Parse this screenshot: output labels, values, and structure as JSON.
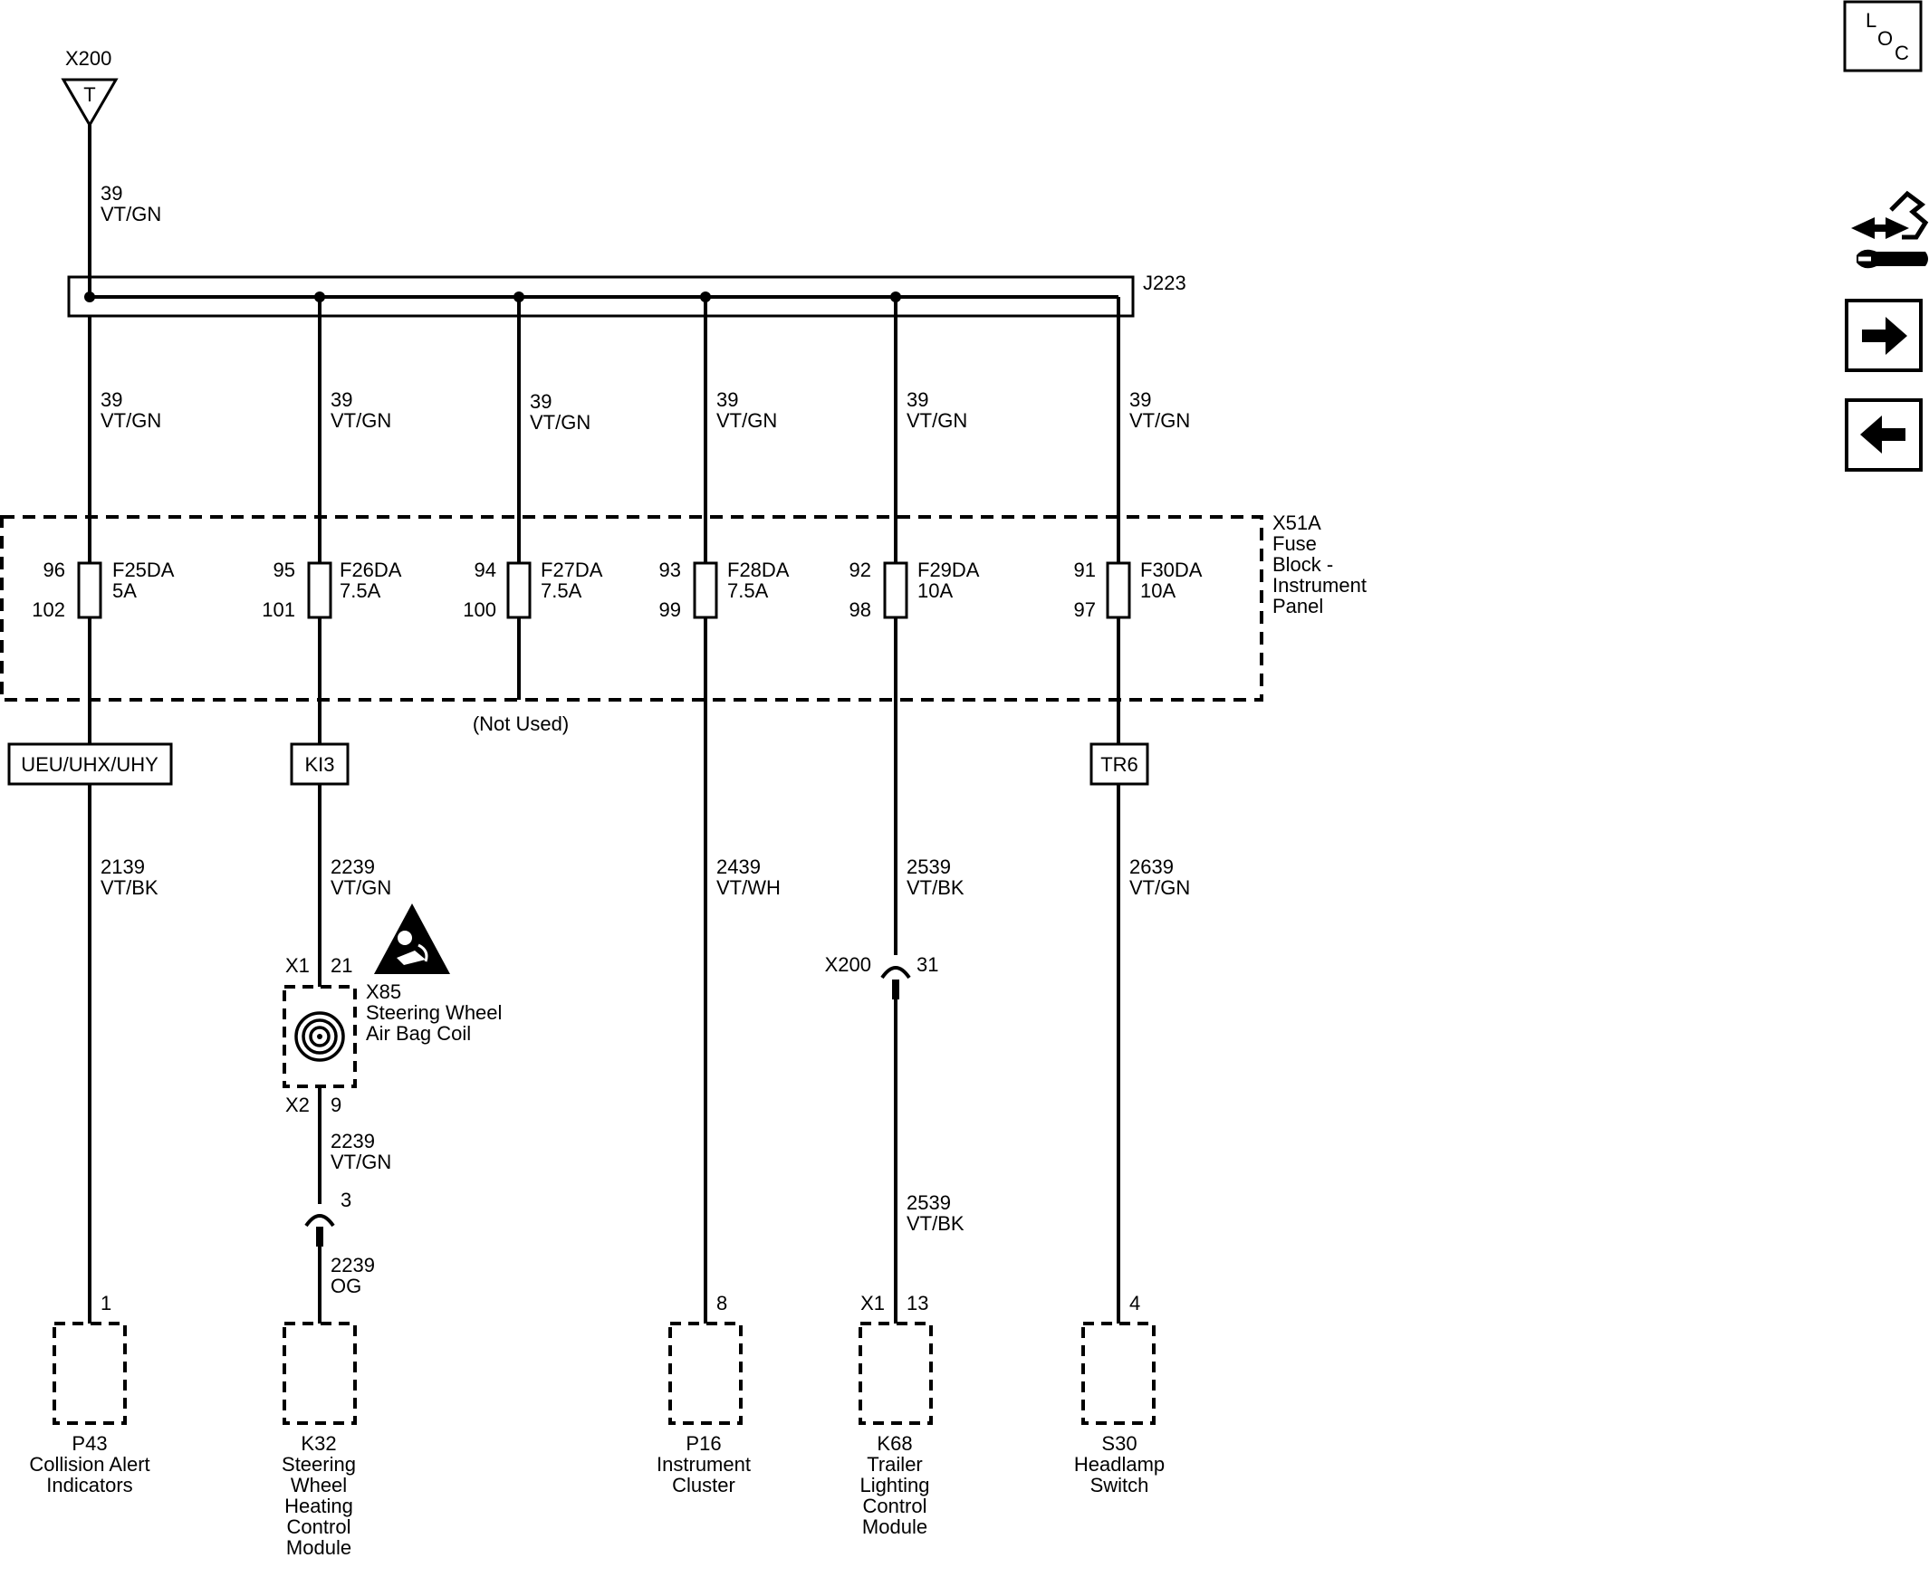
{
  "header": {
    "source_connector": "X200",
    "source_terminal": "T",
    "feed_circuit": "39",
    "feed_color": "VT/GN",
    "splice": "J223"
  },
  "fuse_block": {
    "name_lines": [
      "X51A",
      "Fuse",
      "Block -",
      "Instrument",
      "Panel"
    ],
    "not_used_label": "(Not Used)"
  },
  "branches": [
    {
      "circuit": "39",
      "color": "VT/GN",
      "fuse": "F25DA",
      "rating": "5A",
      "pin_in": "96",
      "pin_out": "102"
    },
    {
      "circuit": "39",
      "color": "VT/GN",
      "fuse": "F26DA",
      "rating": "7.5A",
      "pin_in": "95",
      "pin_out": "101"
    },
    {
      "circuit": "39",
      "color": "VT/GN",
      "fuse": "F27DA",
      "rating": "7.5A",
      "pin_in": "94",
      "pin_out": "100"
    },
    {
      "circuit": "39",
      "color": "VT/GN",
      "fuse": "F28DA",
      "rating": "7.5A",
      "pin_in": "93",
      "pin_out": "99"
    },
    {
      "circuit": "39",
      "color": "VT/GN",
      "fuse": "F29DA",
      "rating": "10A",
      "pin_in": "92",
      "pin_out": "98"
    },
    {
      "circuit": "39",
      "color": "VT/GN",
      "fuse": "F30DA",
      "rating": "10A",
      "pin_in": "91",
      "pin_out": "97"
    }
  ],
  "options": [
    "UEU/UHX/UHY",
    "KI3",
    "TR6"
  ],
  "outputs": {
    "p43": {
      "circuit": "2139",
      "color": "VT/BK",
      "pin": "1"
    },
    "k32a": {
      "circuit": "2239",
      "color": "VT/GN"
    },
    "clockspring": {
      "conn_in": "X1",
      "pin_in": "21",
      "conn_out": "X2",
      "pin_out": "9",
      "name_lines": [
        "X85",
        "Steering Wheel",
        "Air Bag Coil"
      ]
    },
    "k32b": {
      "circuit": "2239",
      "color": "VT/GN",
      "inline_pin": "3"
    },
    "k32c": {
      "circuit": "2239",
      "color": "OG"
    },
    "p16": {
      "circuit": "2439",
      "color": "VT/WH",
      "pin": "8"
    },
    "k68a": {
      "circuit": "2539",
      "color": "VT/BK",
      "inline_conn": "X200",
      "inline_pin": "31"
    },
    "k68b": {
      "circuit": "2539",
      "color": "VT/BK",
      "conn": "X1",
      "pin": "13"
    },
    "s30": {
      "circuit": "2639",
      "color": "VT/GN",
      "pin": "4"
    }
  },
  "components": [
    {
      "id": "P43",
      "lines": [
        "P43",
        "Collision Alert",
        "Indicators"
      ]
    },
    {
      "id": "K32",
      "lines": [
        "K32",
        "Steering",
        "Wheel",
        "Heating",
        "Control",
        "Module"
      ]
    },
    {
      "id": "P16",
      "lines": [
        "P16",
        "Instrument",
        "Cluster"
      ]
    },
    {
      "id": "K68",
      "lines": [
        "K68",
        "Trailer",
        "Lighting",
        "Control",
        "Module"
      ]
    },
    {
      "id": "S30",
      "lines": [
        "S30",
        "Headlamp",
        "Switch"
      ]
    }
  ],
  "nav": {
    "loc_letters": [
      "L",
      "O",
      "C"
    ]
  }
}
